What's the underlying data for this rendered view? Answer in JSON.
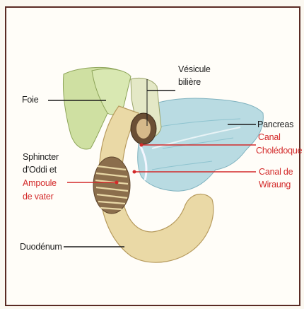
{
  "labels": {
    "foie": "Foie",
    "vesicule_line1": "Vésicule",
    "vesicule_line2": "bilière",
    "pancreas": "Pancreas",
    "canal_choledoque_line1": "Canal",
    "canal_choledoque_line2": "Cholédoque",
    "canal_wiraung_line1": "Canal de",
    "canal_wiraung_line2": "Wiraung",
    "sphincter_line1": "Sphincter",
    "sphincter_line2": "d'Oddi et",
    "ampoule_line1": "Ampoule",
    "ampoule_line2": "de vater",
    "duodenum": "Duodénum"
  },
  "colors": {
    "frame_border": "#5a2b24",
    "label_black": "#1b1b1b",
    "label_red": "#d32a2a",
    "liver_green": "#cfe0a2",
    "duodenum_tan": "#ead9a6",
    "pancreas_blue": "#b9dbe2"
  }
}
